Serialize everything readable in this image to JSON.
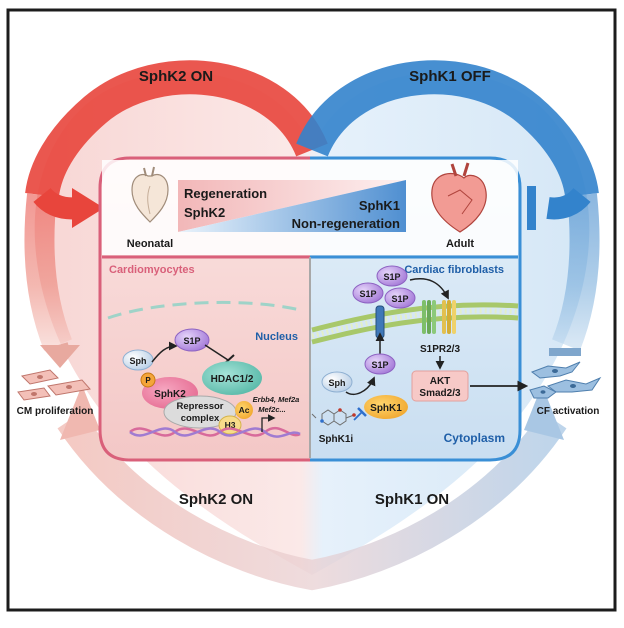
{
  "arcs": {
    "top_left": "SphK2 ON",
    "top_right": "SphK1 OFF",
    "bottom_left": "SphK2 ON",
    "bottom_right": "SphK1 ON"
  },
  "header": {
    "neonatal": "Neonatal",
    "adult": "Adult",
    "regeneration": "Regeneration",
    "sphk2": "SphK2",
    "sphk1": "SphK1",
    "non_regeneration": "Non-regeneration"
  },
  "left_panel": {
    "title": "Cardiomyocytes",
    "nucleus": "Nucleus",
    "sph": "Sph",
    "p": "P",
    "sphk2": "SphK2",
    "s1p": "S1P",
    "hdac": "HDAC1/2",
    "repressor_line1": "Repressor",
    "repressor_line2": "complex",
    "ac": "Ac",
    "h3": "H3",
    "genes_line1": "Erbb4, Mef2a",
    "genes_line2": "Mef2c..."
  },
  "right_panel": {
    "title": "Cardiac fibroblasts",
    "s1p": "S1P",
    "s1pr": "S1PR2/3",
    "akt": "AKT",
    "smad": "Smad2/3",
    "sph": "Sph",
    "sphk1": "SphK1",
    "sphk1i": "SphK1i",
    "cytoplasm": "Cytoplasm"
  },
  "outcomes": {
    "left": "CM proliferation",
    "right": "CF activation"
  },
  "colors": {
    "red": "#e8453c",
    "blue": "#3a8fd6",
    "pink": "#d9607a",
    "s1p_purple": "#b388e0"
  }
}
